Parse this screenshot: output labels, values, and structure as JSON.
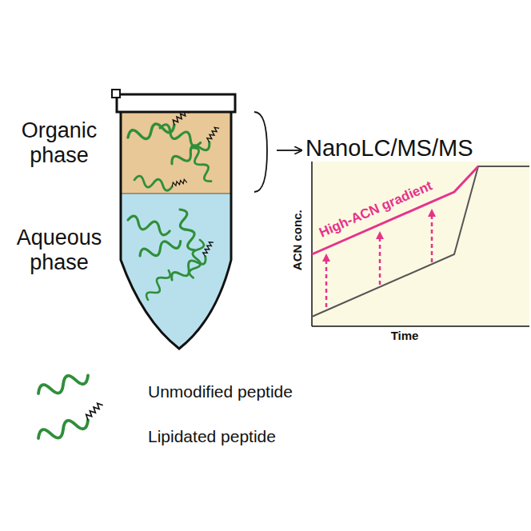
{
  "diagram": {
    "nodes": [
      {
        "text": [
          "Organic phase"
        ]
      },
      {
        "text": [
          "Aqueous phase"
        ]
      }
    ],
    "labels": [
      "NanoLC/MS/MS",
      "ACN conc.",
      "Time",
      "High-ACN gradient"
    ],
    "legend": [
      {
        "text": "Unmodified peptide"
      },
      {
        "text": "Lipidated peptide"
      }
    ]
  }
}
